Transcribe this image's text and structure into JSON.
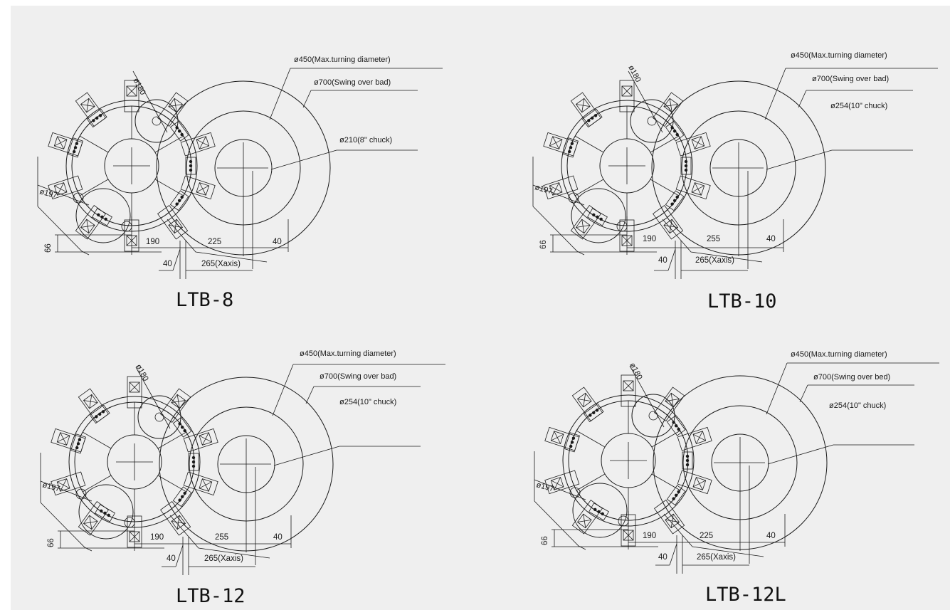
{
  "drawings": [
    {
      "title": "LTB-8",
      "max_turning": "ø450(Max.turning diameter)",
      "swing": "ø700(Swing over bad)",
      "chuck": "ø210(8\" chuck)",
      "d180": "ø180",
      "d197": "ø197",
      "dim66": "66",
      "dim190": "190",
      "dim225": "225",
      "dim40a": "40",
      "dim40b": "40",
      "dimx": "265(Xaxis)"
    },
    {
      "title": "LTB-10",
      "max_turning": "ø450(Max.turning  diameter)",
      "swing": "ø700(Swing  over  bad)",
      "chuck": "ø254(10\" chuck)",
      "d180": "ø180",
      "d197": "ø197",
      "dim66": "66",
      "dim190": "190",
      "dim225": "255",
      "dim40a": "40",
      "dim40b": "40",
      "dimx": "265(Xaxis)"
    },
    {
      "title": "LTB-12",
      "max_turning": "ø450(Max.turning diameter)",
      "swing": "ø700(Swing over bad)",
      "chuck": "ø254(10\" chuck)",
      "d180": "ø180",
      "d197": "ø197",
      "dim66": "66",
      "dim190": "190",
      "dim225": "255",
      "dim40a": "40",
      "dim40b": "40",
      "dimx": "265(Xaxis)"
    },
    {
      "title": "LTB-12L",
      "max_turning": "ø450(Max.turning  diameter)",
      "swing": "ø700(Swing  over  bed)",
      "chuck": "ø254(10\" chuck)",
      "d180": "ø180",
      "d197": "ø197",
      "dim66": "66",
      "dim190": "190",
      "dim225": "225",
      "dim40a": "40",
      "dim40b": "40",
      "dimx": "265(Xaxis)"
    }
  ]
}
